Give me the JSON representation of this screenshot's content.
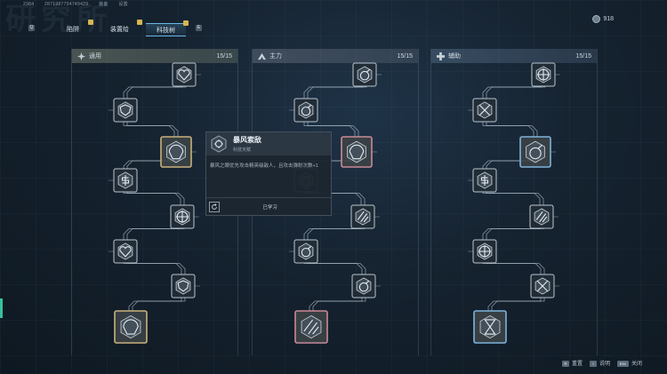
{
  "header": {
    "watermark": "研究所",
    "tiny_info": [
      "2984",
      "2871987734749429",
      "装备",
      "设置"
    ]
  },
  "tabs": {
    "left_key": "Q",
    "right_key": "E",
    "items": [
      {
        "label": "陷阱",
        "active": false
      },
      {
        "label": "装置给",
        "active": false
      },
      {
        "label": "科技树",
        "active": true
      }
    ]
  },
  "currency": {
    "icon": "gear-coin-icon",
    "value": "918"
  },
  "columns": [
    {
      "title": "通用",
      "count": "15/15",
      "icon": "compass-icon",
      "accent": "#c9b27c"
    },
    {
      "title": "主力",
      "count": "15/15",
      "icon": "triangle-arrow-icon",
      "accent": "#c98a98"
    },
    {
      "title": "辅助",
      "count": "15/15",
      "icon": "plus-cross-icon",
      "accent": "#7fb3dc"
    }
  ],
  "tooltip": {
    "title": "暴风索敌",
    "subtitle": "科技天赋",
    "description": "暴风之眼优先攻击精英级敌人，且攻击弹射次数+1",
    "status": "已学习",
    "reset_icon": "refresh-icon"
  },
  "footer": [
    {
      "key": "R",
      "label": "重置"
    },
    {
      "key": "I",
      "label": "说明"
    },
    {
      "key": "Esc",
      "label": "关闭"
    }
  ],
  "colors": {
    "gold": "#c9b27c",
    "pink": "#c98a98",
    "blue": "#7fb3dc",
    "line": "#aebdc9"
  }
}
